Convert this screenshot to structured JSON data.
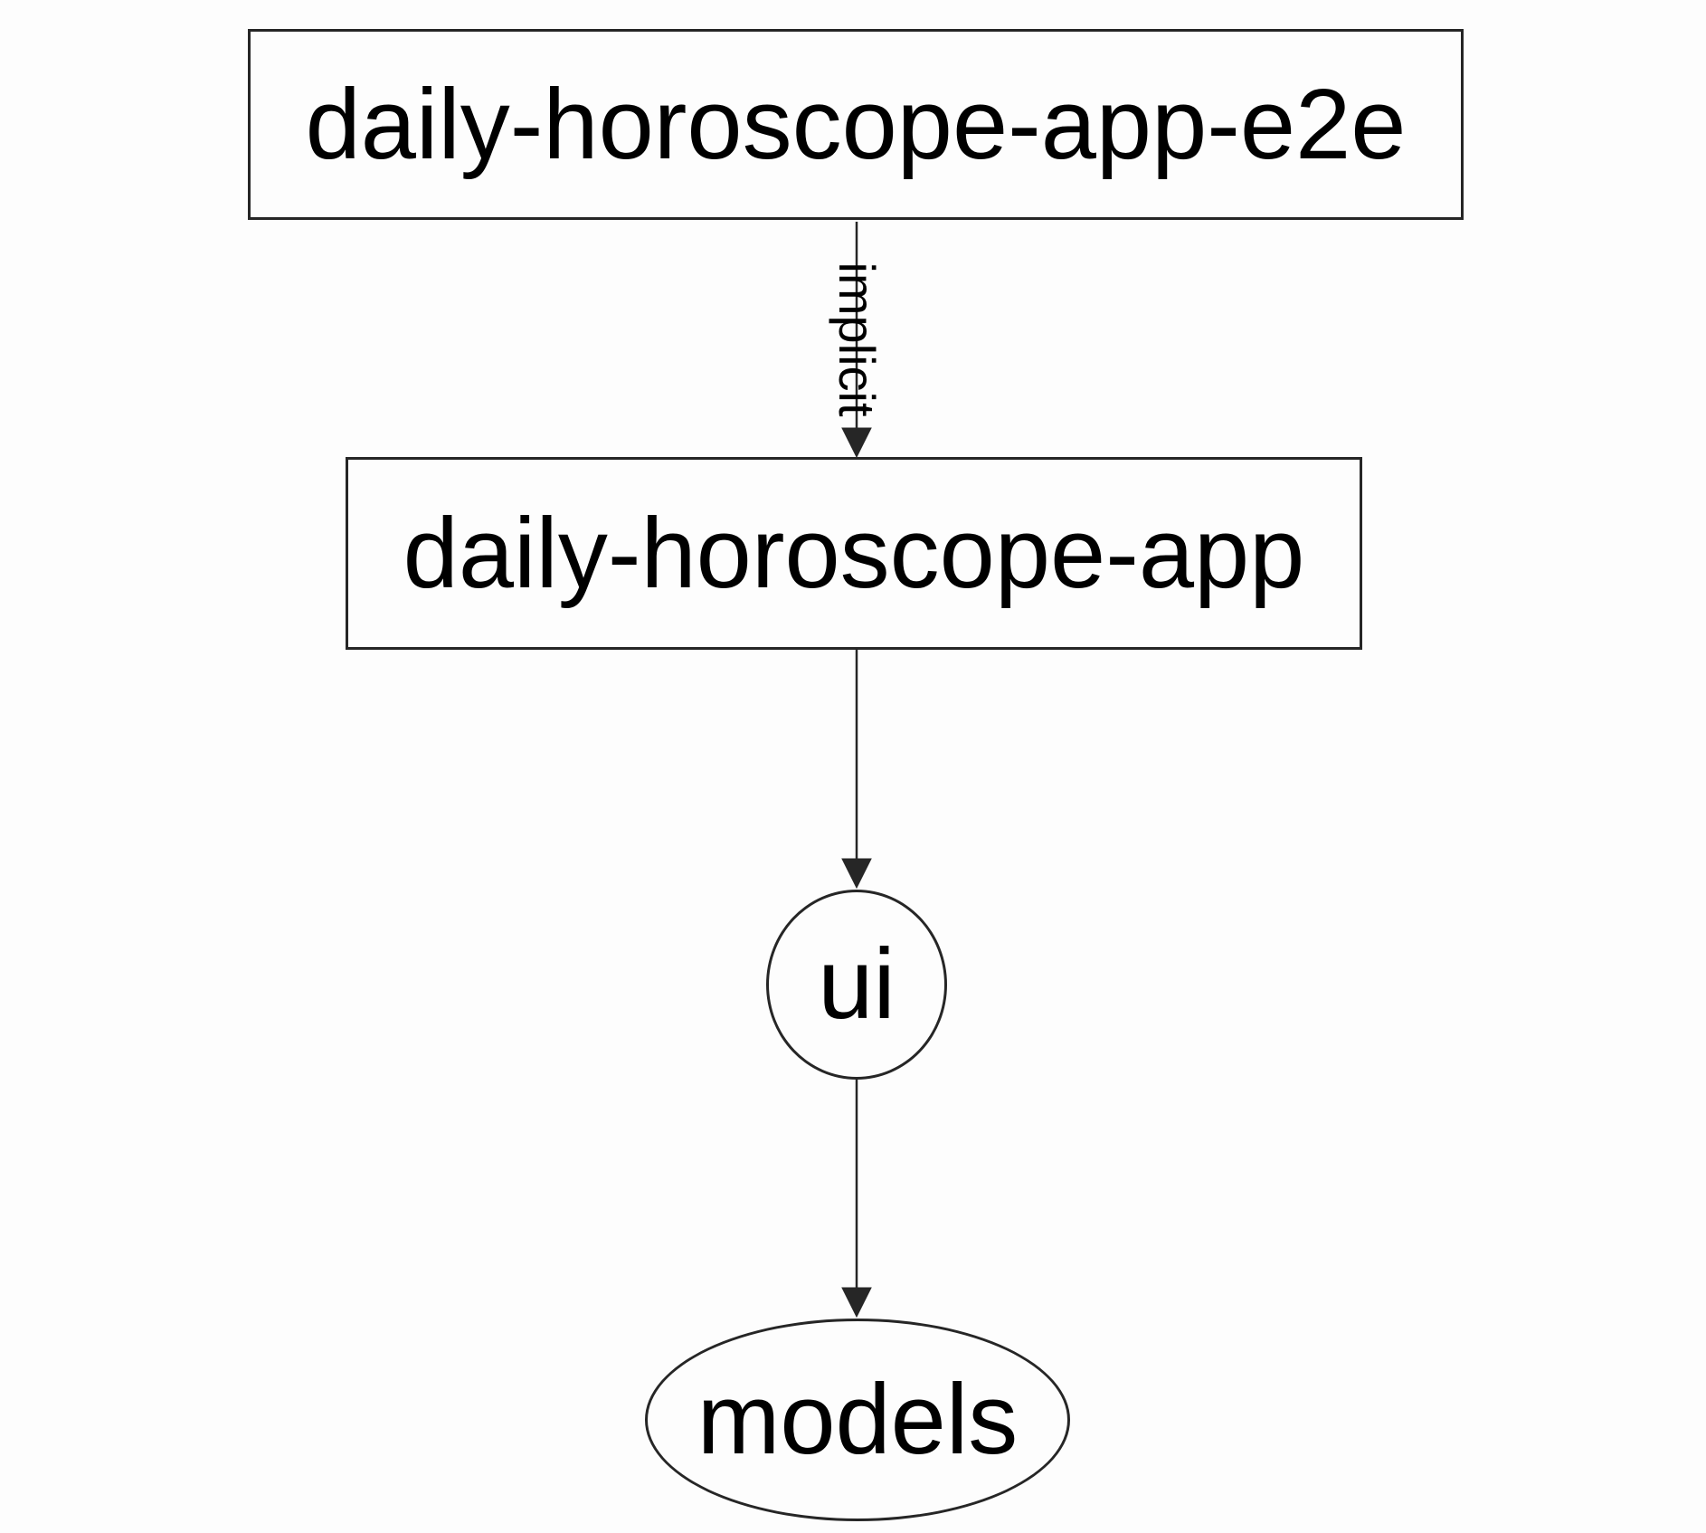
{
  "graph": {
    "nodes": [
      {
        "id": "daily-horoscope-app-e2e",
        "label": "daily-horoscope-app-e2e",
        "shape": "rect"
      },
      {
        "id": "daily-horoscope-app",
        "label": "daily-horoscope-app",
        "shape": "rect"
      },
      {
        "id": "ui",
        "label": "ui",
        "shape": "ellipse"
      },
      {
        "id": "models",
        "label": "models",
        "shape": "ellipse"
      }
    ],
    "edges": [
      {
        "from": "daily-horoscope-app-e2e",
        "to": "daily-horoscope-app",
        "label": "implicit"
      },
      {
        "from": "daily-horoscope-app",
        "to": "ui",
        "label": ""
      },
      {
        "from": "ui",
        "to": "models",
        "label": ""
      }
    ],
    "colors": {
      "stroke": "#262626",
      "text": "#000000",
      "background": "#fdfdfd",
      "node_fill": "#fdfdfd"
    }
  }
}
